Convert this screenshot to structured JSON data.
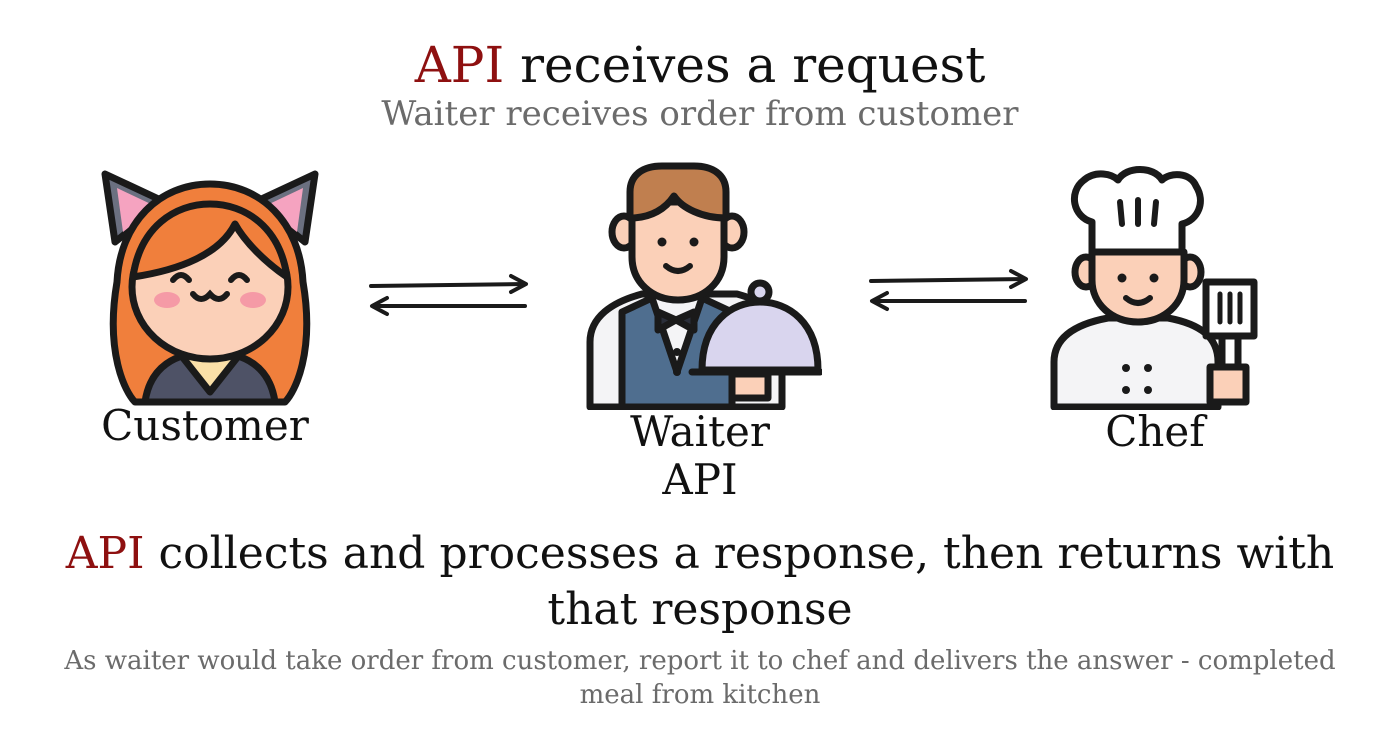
{
  "header": {
    "title_accent": "API",
    "title_rest": " receives a request",
    "subtitle": "Waiter receives order from customer"
  },
  "actors": {
    "customer": {
      "label": "Customer",
      "icon": "customer-icon"
    },
    "waiter": {
      "label": "Waiter",
      "sublabel": "API",
      "icon": "waiter-icon"
    },
    "chef": {
      "label": "Chef",
      "icon": "chef-icon"
    }
  },
  "footer": {
    "title_accent": "API",
    "title_rest": " collects and processes a response, then returns with that response",
    "subtitle": "As waiter would take order from customer, report it to chef and delivers the answer - completed meal from kitchen"
  },
  "colors": {
    "accent": "#8e1010",
    "muted": "#6b6b6b",
    "outline": "#1a1a1a",
    "hair": "#f07f3c",
    "skin": "#fbd0b8",
    "vest": "#4f6e8f",
    "cloche": "#d9d5ee"
  }
}
